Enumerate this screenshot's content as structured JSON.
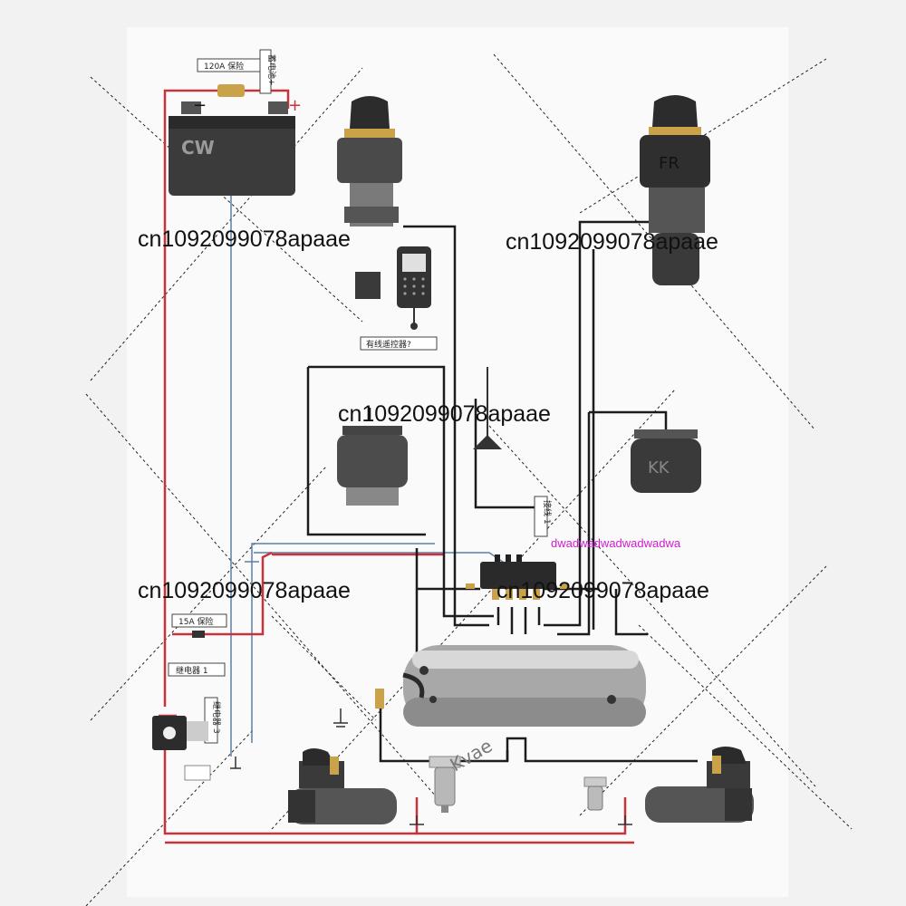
{
  "labels": {
    "fuse_main": "120A 保险",
    "battery_tag": "蓄电池+",
    "minus": "−",
    "plus": "+",
    "battery_brand": "CW",
    "front_right": "FR",
    "wired_remote": "有线遥控器?",
    "connector": "接线 1",
    "fuse_small": "15A 保险",
    "relay1": "继电器 1",
    "relay3": "继电器 3",
    "bag_brand": "KK",
    "tank_brand": "Kvae"
  },
  "watermarks": {
    "w1": "cn1092099078apaae",
    "w2": "cn1092099078apaae",
    "w3": "cn1092099078apaae",
    "w4": "cn1092099078apaae",
    "w5": "cn1092099078apaae",
    "pink": "dwadwadwadwadwadwa"
  },
  "colors": {
    "background": "#f2f2f2",
    "wire_red": "#c8333b",
    "wire_black": "#1c1c1c",
    "wire_blue": "#5b7fa8",
    "component_dark": "#3a3a3a",
    "brass": "#c9a24a",
    "watermark_pink": "#d21bd2"
  },
  "icons": {
    "battery": "battery-icon",
    "air_spring": "air-spring-icon",
    "remote": "remote-control-icon",
    "antenna": "antenna-icon",
    "valve_block": "valve-block-icon",
    "air_tank": "air-tank-icon",
    "compressor": "compressor-icon",
    "water_filter": "water-filter-icon",
    "relay": "relay-icon",
    "ground": "ground-icon",
    "fuse": "fuse-icon"
  }
}
